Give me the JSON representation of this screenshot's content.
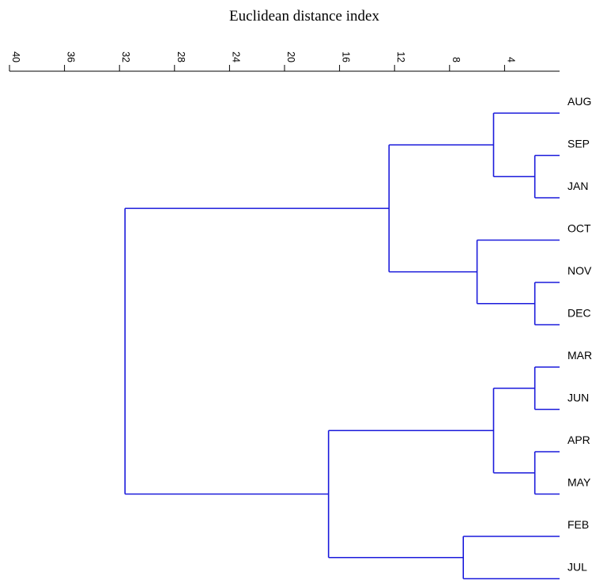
{
  "chart_data": {
    "type": "dendrogram",
    "title": "",
    "xlabel": "Euclidean distance index",
    "ylabel": "",
    "xlim": [
      0,
      40
    ],
    "x_ticks": [
      40,
      36,
      32,
      28,
      24,
      20,
      16,
      12,
      8,
      4
    ],
    "axis_position": "top",
    "orientation": "leaves-right",
    "grid": false,
    "leaves": [
      "AUG",
      "SEP",
      "JAN",
      "OCT",
      "NOV",
      "DEC",
      "MAR",
      "JUN",
      "APR",
      "MAY",
      "FEB",
      "JUL"
    ],
    "merges": [
      {
        "id": "c1",
        "children": [
          "SEP",
          "JAN"
        ],
        "distance": 1.8
      },
      {
        "id": "c2",
        "children": [
          "AUG",
          "c1"
        ],
        "distance": 4.8
      },
      {
        "id": "c3",
        "children": [
          "NOV",
          "DEC"
        ],
        "distance": 1.8
      },
      {
        "id": "c4",
        "children": [
          "OCT",
          "c3"
        ],
        "distance": 6.0
      },
      {
        "id": "c5",
        "children": [
          "c2",
          "c4"
        ],
        "distance": 12.4
      },
      {
        "id": "c6",
        "children": [
          "MAR",
          "JUN"
        ],
        "distance": 1.8
      },
      {
        "id": "c7",
        "children": [
          "APR",
          "MAY"
        ],
        "distance": 1.8
      },
      {
        "id": "c8",
        "children": [
          "c6",
          "c7"
        ],
        "distance": 4.8
      },
      {
        "id": "c9",
        "children": [
          "FEB",
          "JUL"
        ],
        "distance": 7.0
      },
      {
        "id": "c10",
        "children": [
          "c8",
          "c9"
        ],
        "distance": 16.8
      },
      {
        "id": "c11",
        "children": [
          "c5",
          "c10"
        ],
        "distance": 31.6
      }
    ],
    "colors": {
      "links": "#1a1adb",
      "axis": "#000000"
    }
  }
}
